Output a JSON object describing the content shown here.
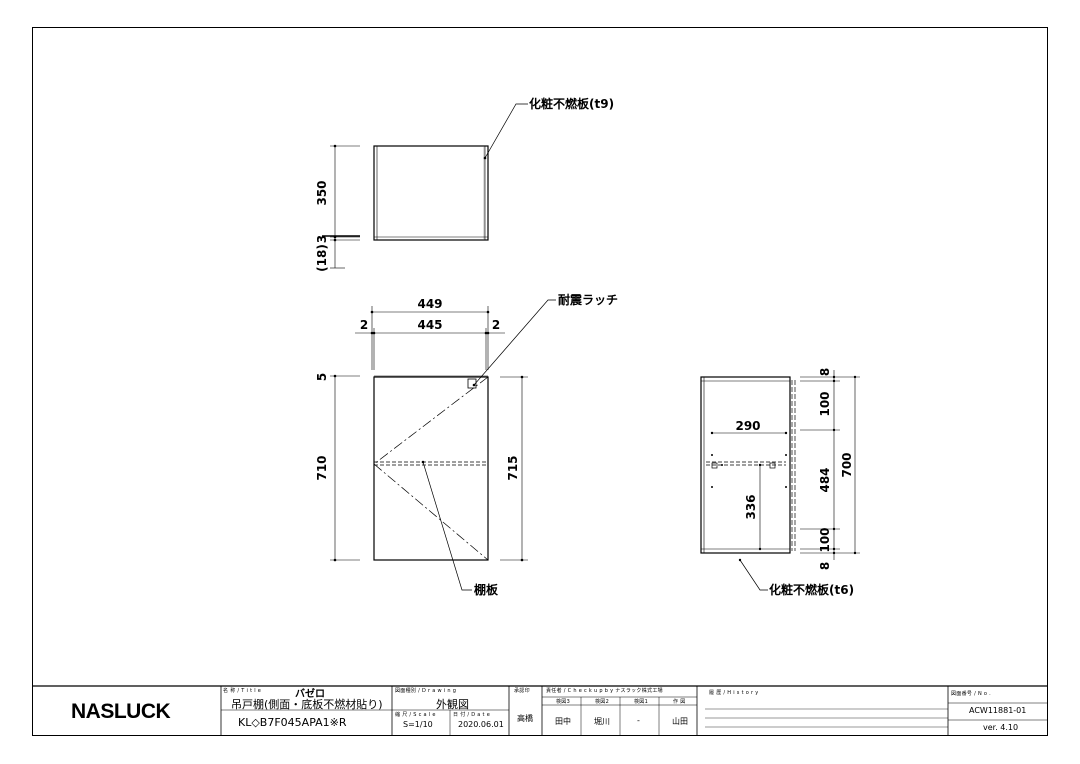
{
  "labels": {
    "facing_top": "化粧不燃板(t9)",
    "latch": "耐震ラッチ",
    "shelf": "棚板",
    "facing_bottom": "化粧不燃板(t6)"
  },
  "dims": {
    "top_350": "350",
    "top_3": "3",
    "top_18": "(18)",
    "w_449": "449",
    "w_445": "445",
    "w_2l": "2",
    "w_2r": "2",
    "h_5": "5",
    "h_710": "710",
    "h_715": "715",
    "s_8a": "8",
    "s_100a": "100",
    "s_290": "290",
    "s_484": "484",
    "s_700": "700",
    "s_336": "336",
    "s_100b": "100",
    "s_8b": "8"
  },
  "title_block": {
    "logo": "NASLUCK",
    "name_label": "名 称 / T i t l e",
    "name": "バゼロ",
    "title_line": "吊戸棚(側面・底板不燃材貼り)",
    "model": "KL◇B7F045APA1※R",
    "drawing_label": "図面種別 / D r a w i n g",
    "drawing_type": "外観図",
    "scale_label": "縮 尺 / S c a l e",
    "scale": "S=1/10",
    "date_label": "日 付 / D a t e",
    "date": "2020.06.01",
    "approve_label": "承認印",
    "approver": "高橋",
    "check_label": "責任者 / C h e c k  u p  b y  ナスラック株式工場",
    "check_heads": [
      "検図3",
      "検図2",
      "検図1",
      "作 図"
    ],
    "check_names": [
      "田中",
      "堀川",
      "-",
      "山田"
    ],
    "history_label": "履 歴 / H i s t o r y",
    "no_label": "図面番号 / N o .",
    "number": "ACW11881-01",
    "version": "ver. 4.10"
  }
}
